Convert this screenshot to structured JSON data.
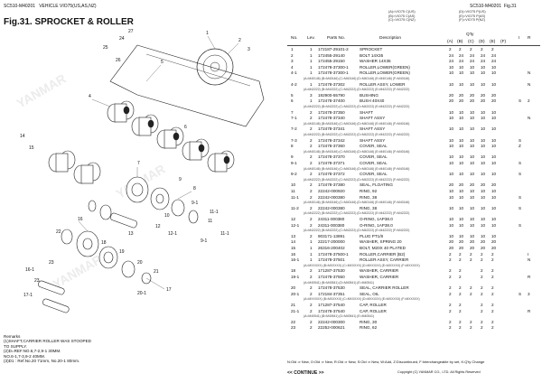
{
  "header": {
    "doc_code_left": "SC510-M40201",
    "vehicle": "VEHICLE VIO75(US,AS,NZ)",
    "doc_code_right": "SC510-M40201",
    "fig_label": "Fig.31",
    "fig_title": "Fig.31.  SPROCKET & ROLLER"
  },
  "variants": [
    "(A)=VIO75 C(US)",
    "(B)=VIO75 C(AS)",
    "(C)=VIO75 C(NZ)",
    "(D)=VIO75 P(US)",
    "(E)=VIO75 P(AS)",
    "(F)=VIO75 P(NZ)"
  ],
  "columns": {
    "no": "No.",
    "lev": "Lev.",
    "part_no": "Parts No.",
    "desc": "Description",
    "qty": "Q'ty",
    "i": "I",
    "r": "R",
    "qa": "(A)",
    "qb": "(B)",
    "qc": "(C)",
    "qd": "(D)",
    "qe": "(E)",
    "qf": "(F)"
  },
  "rows": [
    {
      "no": "1",
      "lev": "1",
      "part": "172187-29101-2",
      "desc": "SPROCKET",
      "q": [
        "2",
        "2",
        "2",
        "2",
        "2",
        ""
      ],
      "i": "",
      "r": "",
      "sub": ""
    },
    {
      "no": "2",
      "lev": "1",
      "part": "172455-29140",
      "desc": "BOLT 14X35",
      "q": [
        "24",
        "24",
        "24",
        "24",
        "24",
        ""
      ],
      "i": "",
      "r": "",
      "sub": ""
    },
    {
      "no": "3",
      "lev": "1",
      "part": "172455-29150",
      "desc": "WASHER 14X35",
      "q": [
        "24",
        "24",
        "24",
        "24",
        "24",
        ""
      ],
      "i": "",
      "r": "",
      "sub": ""
    },
    {
      "no": "4",
      "lev": "1",
      "part": "172478-37300-1",
      "desc": "ROLLER,LOWER(GREEN)",
      "q": [
        "10",
        "10",
        "10",
        "10",
        "10",
        ""
      ],
      "i": "",
      "r": "",
      "sub": ""
    },
    {
      "no": "4-1",
      "lev": "1",
      "part": "172478-37300-1",
      "desc": "ROLLER,LOWER(GREEN)",
      "q": [
        "10",
        "10",
        "10",
        "10",
        "10",
        ""
      ],
      "i": "",
      "r": "N",
      "sub": ""
    },
    {
      "no": "",
      "lev": "",
      "part": "",
      "desc": "",
      "q": [
        "",
        "",
        "",
        "",
        "",
        ""
      ],
      "i": "",
      "r": "",
      "sub": "(A=M40146)     (B=M40146)     (C=M40146)     (D=M40146)     (E=M40146)     (F=M40146)"
    },
    {
      "no": "4-2",
      "lev": "1",
      "part": "172478-37302",
      "desc": "ROLLER ASSY, LOWER",
      "q": [
        "10",
        "10",
        "10",
        "10",
        "10",
        ""
      ],
      "i": "",
      "r": "N",
      "sub": ""
    },
    {
      "no": "",
      "lev": "",
      "part": "",
      "desc": "",
      "q": [
        "",
        "",
        "",
        "",
        "",
        ""
      ],
      "i": "",
      "r": "",
      "sub": "(A=M42222)     (B=M42222)     (C=M42222)     (D=M42222)     (E=M42222)     (F=M42222)"
    },
    {
      "no": "5",
      "lev": "3",
      "part": "192900-55790",
      "desc": "BUSHING",
      "q": [
        "20",
        "20",
        "20",
        "20",
        "20",
        ""
      ],
      "i": "",
      "r": "",
      "sub": ""
    },
    {
      "no": "6",
      "lev": "1",
      "part": "172478-37400",
      "desc": "BUSH 40X40",
      "q": [
        "20",
        "20",
        "20",
        "20",
        "20",
        ""
      ],
      "i": "S",
      "r": "2",
      "sub": ""
    },
    {
      "no": "",
      "lev": "",
      "part": "",
      "desc": "",
      "q": [
        "",
        "",
        "",
        "",
        "",
        ""
      ],
      "i": "",
      "r": "",
      "sub": "(A=M42222)     (B=M42222)     (C=M42222)     (D=M42222)     (E=M42222)     (F=M42222)"
    },
    {
      "no": "7",
      "lev": "2",
      "part": "172478-37350",
      "desc": "SHAFT",
      "q": [
        "10",
        "10",
        "10",
        "10",
        "10",
        ""
      ],
      "i": "",
      "r": "",
      "sub": ""
    },
    {
      "no": "7-1",
      "lev": "2",
      "part": "172478-37340",
      "desc": "SHAFT ASSY",
      "q": [
        "10",
        "10",
        "10",
        "10",
        "10",
        ""
      ],
      "i": "",
      "r": "N",
      "sub": ""
    },
    {
      "no": "",
      "lev": "",
      "part": "",
      "desc": "",
      "q": [
        "",
        "",
        "",
        "",
        "",
        ""
      ],
      "i": "",
      "r": "",
      "sub": "(A=M40146)     (B=M40146)     (C=M40146)     (D=M40146)     (E=M40146)     (F=M40146)"
    },
    {
      "no": "7-2",
      "lev": "2",
      "part": "172478-37341",
      "desc": "SHAFT ASSY",
      "q": [
        "10",
        "10",
        "10",
        "10",
        "10",
        ""
      ],
      "i": "",
      "r": "",
      "sub": ""
    },
    {
      "no": "",
      "lev": "",
      "part": "",
      "desc": "",
      "q": [
        "",
        "",
        "",
        "",
        "",
        ""
      ],
      "i": "",
      "r": "",
      "sub": "(A=M42222)     (B=M42222)     (C=M42222)     (D=M42222)     (E=M42222)     (F=M42222)"
    },
    {
      "no": "7-3",
      "lev": "2",
      "part": "172478-37342",
      "desc": "SHAFT ASSY",
      "q": [
        "10",
        "10",
        "10",
        "10",
        "10",
        ""
      ],
      "i": "S",
      "r": "",
      "sub": ""
    },
    {
      "no": "8",
      "lev": "2",
      "part": "172478-37360",
      "desc": "COVER, SEAL",
      "q": [
        "10",
        "10",
        "10",
        "10",
        "10",
        ""
      ],
      "i": "Z",
      "r": "",
      "sub": ""
    },
    {
      "no": "",
      "lev": "",
      "part": "",
      "desc": "",
      "q": [
        "",
        "",
        "",
        "",
        "",
        ""
      ],
      "i": "",
      "r": "",
      "sub": "(A=M40146)     (B=M40146)     (C=M40146)     (D=M40146)     (E=M40146)     (F=M40146)"
    },
    {
      "no": "9",
      "lev": "2",
      "part": "172478-37370",
      "desc": "COVER, SEAL",
      "q": [
        "10",
        "10",
        "10",
        "10",
        "10",
        ""
      ],
      "i": "",
      "r": "",
      "sub": ""
    },
    {
      "no": "9-1",
      "lev": "2",
      "part": "172478-37371",
      "desc": "COVER, SEAL",
      "q": [
        "10",
        "10",
        "10",
        "10",
        "10",
        ""
      ],
      "i": "S",
      "r": "",
      "sub": ""
    },
    {
      "no": "",
      "lev": "",
      "part": "",
      "desc": "",
      "q": [
        "",
        "",
        "",
        "",
        "",
        ""
      ],
      "i": "",
      "r": "",
      "sub": "(A=M40146)     (B=M40146)     (C=M40146)     (D=M40146)     (E=M40146)     (F=M40146)"
    },
    {
      "no": "9-2",
      "lev": "2",
      "part": "172478-37372",
      "desc": "COVER, SEAL",
      "q": [
        "10",
        "10",
        "10",
        "10",
        "10",
        ""
      ],
      "i": "S",
      "r": "",
      "sub": ""
    },
    {
      "no": "",
      "lev": "",
      "part": "",
      "desc": "",
      "q": [
        "",
        "",
        "",
        "",
        "",
        ""
      ],
      "i": "",
      "r": "",
      "sub": "(A=M42222)     (B=M42222)     (C=M42222)     (D=M42222)     (E=M42222)     (F=M42222)"
    },
    {
      "no": "10",
      "lev": "2",
      "part": "172478-37380",
      "desc": "SEAL, FLOATING",
      "q": [
        "20",
        "20",
        "20",
        "20",
        "20",
        ""
      ],
      "i": "",
      "r": "",
      "sub": ""
    },
    {
      "no": "11",
      "lev": "2",
      "part": "22242-000920",
      "desc": "RING, 92",
      "q": [
        "10",
        "10",
        "10",
        "10",
        "10",
        ""
      ],
      "i": "",
      "r": "",
      "sub": ""
    },
    {
      "no": "11-1",
      "lev": "2",
      "part": "22242-000380",
      "desc": "RING, 38",
      "q": [
        "10",
        "10",
        "10",
        "10",
        "10",
        ""
      ],
      "i": "S",
      "r": "",
      "sub": ""
    },
    {
      "no": "",
      "lev": "",
      "part": "",
      "desc": "",
      "q": [
        "",
        "",
        "",
        "",
        "",
        ""
      ],
      "i": "",
      "r": "",
      "sub": "(A=M40146)     (B=M40146)     (C=M40146)     (D=M40146)     (E=M40146)     (F=M40146)"
    },
    {
      "no": "11-2",
      "lev": "2",
      "part": "22242-000380",
      "desc": "RING, 38",
      "q": [
        "10",
        "10",
        "10",
        "10",
        "10",
        ""
      ],
      "i": "S",
      "r": "",
      "sub": ""
    },
    {
      "no": "",
      "lev": "",
      "part": "",
      "desc": "",
      "q": [
        "",
        "",
        "",
        "",
        "",
        ""
      ],
      "i": "",
      "r": "",
      "sub": "(A=M42222)     (B=M42222)     (C=M42222)     (D=M42222)     (E=M42222)     (F=M42222)"
    },
    {
      "no": "12",
      "lev": "2",
      "part": "24311-000380",
      "desc": "O-RING, 1AP38.0",
      "q": [
        "10",
        "10",
        "10",
        "10",
        "10",
        ""
      ],
      "i": "",
      "r": "",
      "sub": ""
    },
    {
      "no": "12-1",
      "lev": "2",
      "part": "24311-000380",
      "desc": "O-RING, 1AP38.0",
      "q": [
        "10",
        "10",
        "10",
        "10",
        "10",
        ""
      ],
      "i": "S",
      "r": "",
      "sub": ""
    },
    {
      "no": "",
      "lev": "",
      "part": "",
      "desc": "",
      "q": [
        "",
        "",
        "",
        "",
        "",
        ""
      ],
      "i": "",
      "r": "",
      "sub": "(A=M42222)     (B=M42222)     (C=M42222)     (D=M42222)     (E=M42222)     (F=M42222)"
    },
    {
      "no": "13",
      "lev": "2",
      "part": "903171-13891",
      "desc": "PLUG PT1/8",
      "q": [
        "10",
        "10",
        "10",
        "10",
        "10",
        ""
      ],
      "i": "",
      "r": "",
      "sub": ""
    },
    {
      "no": "14",
      "lev": "1",
      "part": "22217-200000",
      "desc": "WASHER, SPRING 20",
      "q": [
        "20",
        "20",
        "20",
        "20",
        "20",
        ""
      ],
      "i": "",
      "r": "",
      "sub": ""
    },
    {
      "no": "15",
      "lev": "1",
      "part": "26316-200402",
      "desc": "BOLT, M20X 40 PLATED",
      "q": [
        "20",
        "20",
        "20",
        "20",
        "20",
        ""
      ],
      "i": "",
      "r": "",
      "sub": ""
    },
    {
      "no": "16",
      "lev": "1",
      "part": "172478-37500-1",
      "desc": "ROLLER,CARRIER (B2)",
      "q": [
        "2",
        "2",
        "2",
        "2",
        "2",
        ""
      ],
      "i": "",
      "r": "I",
      "sub": ""
    },
    {
      "no": "16-1",
      "lev": "1",
      "part": "172478-37501",
      "desc": "ROLLER ASSY, CARRIER",
      "q": [
        "2",
        "2",
        "2",
        "2",
        "2",
        ""
      ],
      "i": "",
      "r": "N",
      "sub": ""
    },
    {
      "no": "",
      "lev": "",
      "part": "",
      "desc": "",
      "q": [
        "",
        "",
        "",
        "",
        "",
        ""
      ],
      "i": "",
      "r": "",
      "sub": "(A=MXXXXX)     (B=MXXXXX)     (C=MXXXXX)     (D=MXXXXX)     (E=MXXXXX)     (F=MXXXXX)"
    },
    {
      "no": "18",
      "lev": "2",
      "part": "171287-37530",
      "desc": "WASHER, CARRIER",
      "q": [
        "2",
        "2",
        "",
        "2",
        "2",
        ""
      ],
      "i": "",
      "r": "",
      "sub": ""
    },
    {
      "no": "19-1",
      "lev": "2",
      "part": "172478-37550",
      "desc": "WASHER, CARRIER",
      "q": [
        "2",
        "2",
        "",
        "2",
        "2",
        ""
      ],
      "i": "",
      "r": "R",
      "sub": ""
    },
    {
      "no": "",
      "lev": "",
      "part": "",
      "desc": "",
      "q": [
        "",
        "",
        "",
        "",
        "",
        ""
      ],
      "i": "",
      "r": "",
      "sub": "(A=M40541)     (B=M40541)                     (D=M40541)     (E=M40541)"
    },
    {
      "no": "20",
      "lev": "2",
      "part": "172478-37530",
      "desc": "SEAL, CARRIER ROLLER",
      "q": [
        "2",
        "2",
        "2",
        "2",
        "2",
        ""
      ],
      "i": "",
      "r": "",
      "sub": ""
    },
    {
      "no": "20-1",
      "lev": "2",
      "part": "172184-37351",
      "desc": "SEAL, OIL",
      "q": [
        "2",
        "2",
        "2",
        "2",
        "2",
        ""
      ],
      "i": "S",
      "r": "3",
      "sub": ""
    },
    {
      "no": "",
      "lev": "",
      "part": "",
      "desc": "",
      "q": [
        "",
        "",
        "",
        "",
        "",
        ""
      ],
      "i": "",
      "r": "",
      "sub": "(A=MXXXXX)     (B=MXXXXX)     (C=MXXXXX)     (D=MXXXXX)     (E=MXXXXX)     (F=MXXXXX)"
    },
    {
      "no": "21",
      "lev": "2",
      "part": "171287-37540",
      "desc": "CAP, ROLLER",
      "q": [
        "2",
        "2",
        "",
        "2",
        "2",
        ""
      ],
      "i": "",
      "r": "",
      "sub": ""
    },
    {
      "no": "21-1",
      "lev": "2",
      "part": "172478-37540",
      "desc": "CAP, ROLLER",
      "q": [
        "2",
        "2",
        "",
        "2",
        "2",
        ""
      ],
      "i": "",
      "r": "R",
      "sub": ""
    },
    {
      "no": "",
      "lev": "",
      "part": "",
      "desc": "",
      "q": [
        "",
        "",
        "",
        "",
        "",
        ""
      ],
      "i": "",
      "r": "",
      "sub": "(A=M40541)     (B=M40541)                     (D=M40541)     (E=M40541)"
    },
    {
      "no": "22",
      "lev": "2",
      "part": "22242-000300",
      "desc": "RING, 30",
      "q": [
        "2",
        "2",
        "2",
        "2",
        "2",
        ""
      ],
      "i": "",
      "r": "",
      "sub": ""
    },
    {
      "no": "23",
      "lev": "2",
      "part": "22252-000621",
      "desc": "RING, 62",
      "q": [
        "2",
        "2",
        "2",
        "2",
        "2",
        ""
      ],
      "i": "",
      "r": "",
      "sub": ""
    }
  ],
  "remarks": [
    "Remarks",
    "(1)SHAFT,CARRIER ROLLER WAS STOOPED",
    "TO SUPPLY.",
    "(2)D=REF.NO.6,7-2,9-1 30MM.",
    "NO.6-1,7-3,9-2 40MM.",
    "(3)D1 : Ref.No.20 71mm, No.20-1 80mm."
  ],
  "footer": {
    "legend": "N:Old ⇒ New, O:Old ⇒ New, R:Old ⇒ New, S:Old ⇒ New, W:Add, Z:Discontinued, F:Interchangeable by set, K:Q'ty Change",
    "continue": "<< CONTINUE >>",
    "copyright": "Copyright (C) YANMAR CO., LTD. All Rights Reserved"
  },
  "callouts": [
    "1",
    "2",
    "3",
    "4",
    "5",
    "6",
    "7",
    "8",
    "9",
    "10",
    "11",
    "12",
    "13",
    "14",
    "15",
    "16",
    "17",
    "18",
    "19",
    "20",
    "21",
    "22",
    "23",
    "23",
    "24",
    "25",
    "26",
    "27",
    "9-1",
    "11-1",
    "12-1",
    "16-1",
    "20-1",
    "17-1",
    "9-1",
    "11-1"
  ],
  "colors": {
    "line": "#222222",
    "rule": "#bbbbbb",
    "watermark": "#e6e6e6"
  }
}
